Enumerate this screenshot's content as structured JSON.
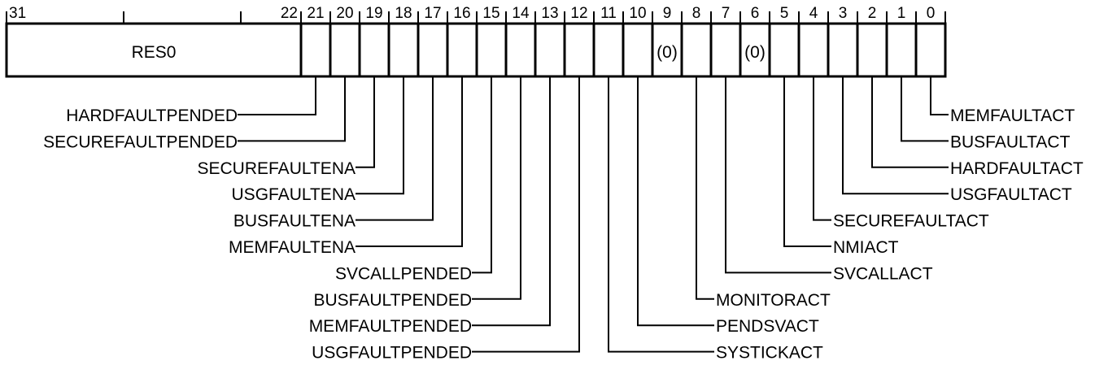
{
  "register": {
    "bit_numbers": [
      "31",
      "22",
      "21",
      "20",
      "19",
      "18",
      "17",
      "16",
      "15",
      "14",
      "13",
      "12",
      "11",
      "10",
      "9",
      "8",
      "7",
      "6",
      "5",
      "4",
      "3",
      "2",
      "1",
      "0"
    ],
    "reserved_label": "RES0",
    "reserved_bit_9": "(0)",
    "reserved_bit_6": "(0)",
    "fields_left": [
      {
        "bit": 21,
        "name": "HARDFAULTPENDED"
      },
      {
        "bit": 20,
        "name": "SECUREFAULTPENDED"
      },
      {
        "bit": 19,
        "name": "SECUREFAULTENA"
      },
      {
        "bit": 18,
        "name": "USGFAULTENA"
      },
      {
        "bit": 17,
        "name": "BUSFAULTENA"
      },
      {
        "bit": 16,
        "name": "MEMFAULTENA"
      },
      {
        "bit": 15,
        "name": "SVCALLPENDED"
      },
      {
        "bit": 14,
        "name": "BUSFAULTPENDED"
      },
      {
        "bit": 13,
        "name": "MEMFAULTPENDED"
      },
      {
        "bit": 12,
        "name": "USGFAULTPENDED"
      }
    ],
    "fields_right": [
      {
        "bit": 0,
        "name": "MEMFAULTACT"
      },
      {
        "bit": 1,
        "name": "BUSFAULTACT"
      },
      {
        "bit": 2,
        "name": "HARDFAULTACT"
      },
      {
        "bit": 3,
        "name": "USGFAULTACT"
      },
      {
        "bit": 4,
        "name": "SECUREFAULTACT"
      },
      {
        "bit": 5,
        "name": "NMIACT"
      },
      {
        "bit": 7,
        "name": "SVCALLACT"
      },
      {
        "bit": 8,
        "name": "MONITORACT"
      },
      {
        "bit": 10,
        "name": "PENDSVACT"
      },
      {
        "bit": 11,
        "name": "SYSTICKACT"
      }
    ]
  }
}
